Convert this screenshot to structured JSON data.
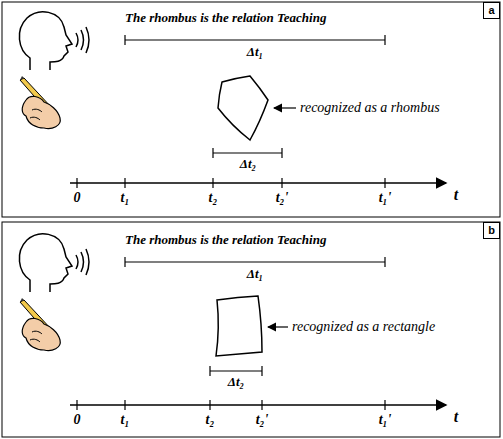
{
  "diagram": {
    "nodes": [
      {
        "text": [
          "a"
        ]
      },
      {
        "text": [
          "b"
        ]
      }
    ],
    "labels": [
      "The rhombus is the relation Teaching",
      "Δt₁",
      "recognized as a rhombus",
      "Δt₂",
      "0",
      "t₁",
      "t₂",
      "t₂'",
      "t₁'",
      "t",
      "The rhombus is the relation Teaching",
      "Δt₁",
      "recognized as a rectangle",
      "Δt₂",
      "0",
      "t₁",
      "t₂",
      "t₂'",
      "t₁'",
      "t"
    ]
  }
}
